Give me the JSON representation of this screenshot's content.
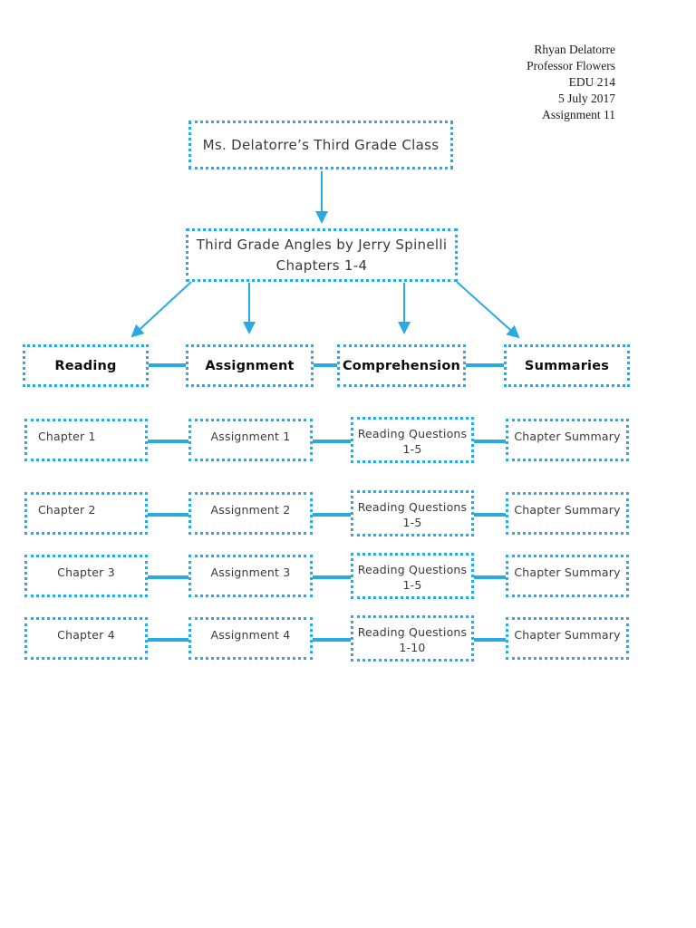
{
  "colors": {
    "accent": "#29ABE2",
    "text_dark": "#3a3a3a",
    "text_black": "#0d0d0d",
    "background": "#ffffff"
  },
  "heading_block": {
    "lines": [
      "Rhyan Delatorre",
      "Professor Flowers",
      "EDU 214",
      "5 July 2017",
      "Assignment 11"
    ]
  },
  "flowchart": {
    "class_box": {
      "label": "Ms. Delatorre’s Third Grade Class"
    },
    "book_box": {
      "line1": "Third Grade Angles by Jerry Spinelli",
      "line2": "Chapters 1-4"
    },
    "column_headers": [
      {
        "label": "Reading"
      },
      {
        "label": "Assignment"
      },
      {
        "label": "Comprehension"
      },
      {
        "label": "Summaries"
      }
    ],
    "rows": [
      {
        "reading": "Chapter 1",
        "assignment": "Assignment 1",
        "comprehension_line1": "Reading Questions",
        "comprehension_line2": "1-5",
        "summary": "Chapter Summary"
      },
      {
        "reading": "Chapter 2",
        "assignment": "Assignment 2",
        "comprehension_line1": "Reading Questions",
        "comprehension_line2": "1-5",
        "summary": "Chapter Summary"
      },
      {
        "reading": "Chapter 3",
        "assignment": "Assignment 3",
        "comprehension_line1": "Reading Questions",
        "comprehension_line2": "1-5",
        "summary": "Chapter Summary"
      },
      {
        "reading": "Chapter 4",
        "assignment": "Assignment 4",
        "comprehension_line1": "Reading Questions",
        "comprehension_line2": "1-10",
        "summary": "Chapter Summary"
      }
    ]
  }
}
